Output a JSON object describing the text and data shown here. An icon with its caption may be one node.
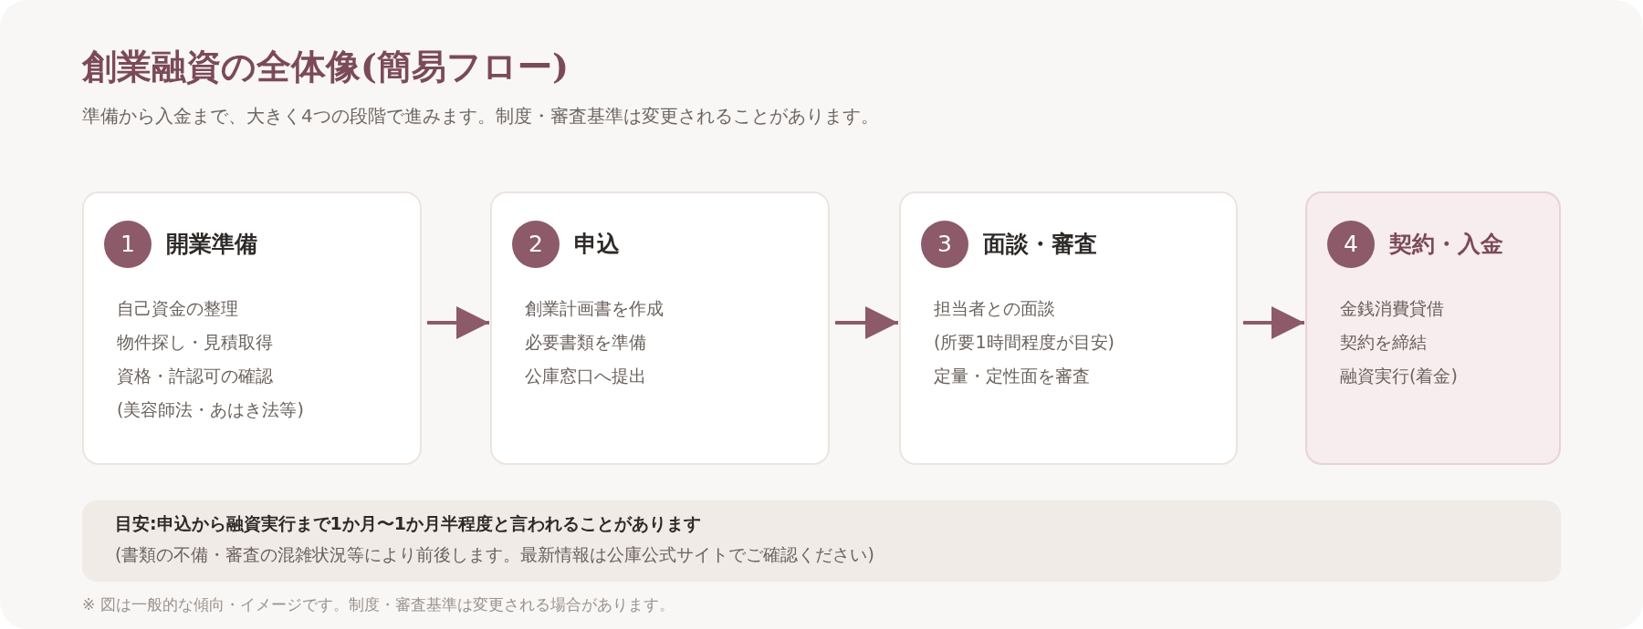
{
  "diagram": {
    "title": "創業融資の全体像(簡易フロー)",
    "nodes": [
      {
        "text": [
          "1",
          "開業準備",
          "自己資金の整理",
          "物件探し・見積取得",
          "資格・許認可の確認",
          "(美容師法・あはき法等)"
        ]
      },
      {
        "text": [
          "2",
          "申込",
          "創業計画書を作成",
          "必要書類を準備",
          "公庫窓口へ提出"
        ]
      },
      {
        "text": [
          "3",
          "面談・審査",
          "担当者との面談",
          "(所要1時間程度が目安)",
          "定量・定性面を審査"
        ]
      },
      {
        "text": [
          "4",
          "契約・入金",
          "金銭消費貸借",
          "契約を締結",
          "融資実行(着金)"
        ]
      },
      {
        "text": [
          "目安:申込から融資実行まで1か月〜1か月半程度と言われることがあります",
          "(書類の不備・審査の混雑状況等により前後します。最新情報は公庫公式サイトでご確認ください)"
        ]
      }
    ],
    "edges": [
      {
        "from": 0,
        "to": 1,
        "arrow": "to"
      },
      {
        "from": 1,
        "to": 2,
        "arrow": "to"
      },
      {
        "from": 2,
        "to": 3,
        "arrow": "to"
      }
    ],
    "labels": [
      "準備から入金まで、大きく4つの段階で進みます。制度・審査基準は変更されることがあります。",
      "※ 図は一般的な傾向・イメージです。制度・審査基準は変更される場合があります。"
    ]
  }
}
